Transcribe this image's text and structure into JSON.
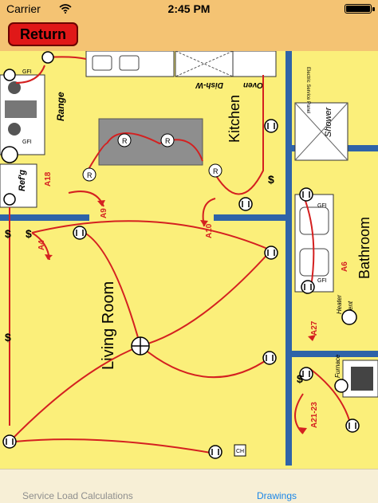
{
  "status_bar": {
    "carrier": "Carrier",
    "time": "2:45 PM"
  },
  "nav": {
    "return_label": "Return"
  },
  "plan": {
    "rooms": {
      "kitchen": "Kitchen",
      "living_room": "Living Room",
      "bathroom": "Bathroom",
      "range": "Range",
      "refrig": "Ref'g",
      "dish_w": "Dish-W",
      "oven": "Oven",
      "shower": "Shower",
      "heater": "Heater",
      "vent": "Vent",
      "furnace": "Furnace",
      "electric_panel": "Electric Service Panel"
    },
    "circuits": [
      "A18",
      "A9",
      "A10",
      "A4",
      "A6",
      "A27",
      "A21-23"
    ],
    "symbols": {
      "gfi": "GFI",
      "receptacle": "R",
      "switch": "$",
      "ch": "CH"
    }
  },
  "tabs": {
    "service_load": "Service Load Calculations",
    "drawings": "Drawings"
  }
}
